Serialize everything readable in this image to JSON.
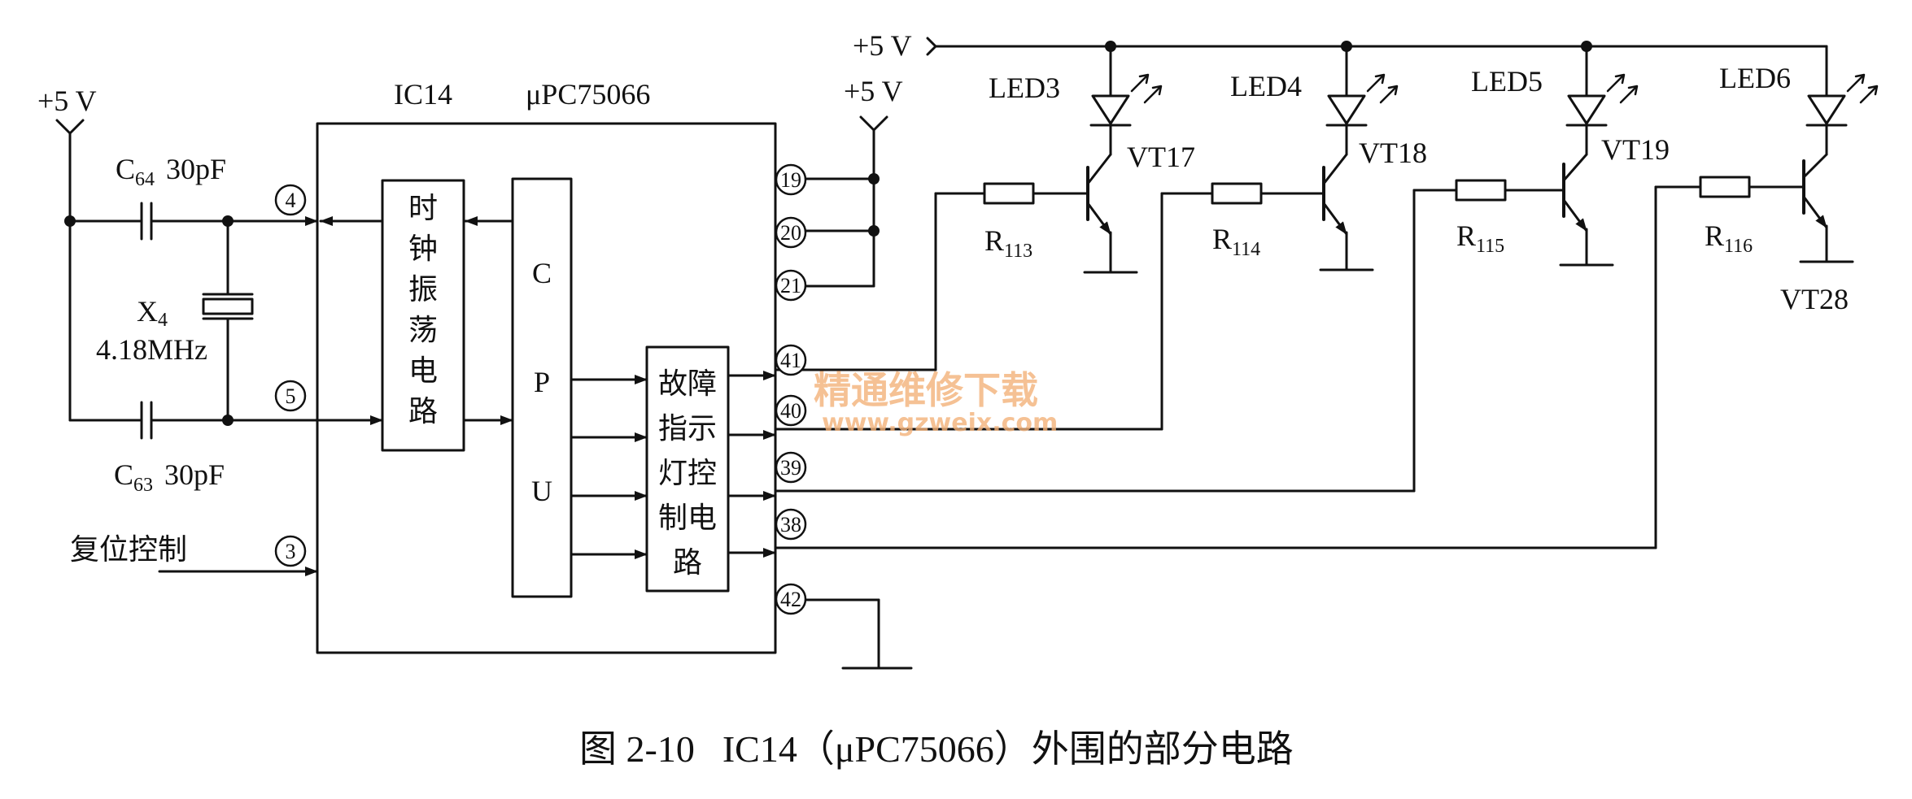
{
  "ic": {
    "ref": "IC14",
    "part": "μPC75066"
  },
  "supply": {
    "left": "+5 V",
    "mid": "+5 V",
    "top": "+5 V"
  },
  "crystal": {
    "c64_ref": "C",
    "c64_sub": "64",
    "c64_val": "30pF",
    "c63_ref": "C",
    "c63_sub": "63",
    "c63_val": "30pF",
    "x_ref": "X",
    "x_sub": "4",
    "freq": "4.18MHz"
  },
  "reset_label": "复位控制",
  "blocks": {
    "clock": [
      "时",
      "钟",
      "振",
      "荡",
      "电",
      "路"
    ],
    "cpu": [
      "C",
      "P",
      "U"
    ],
    "fault": [
      "故障",
      "指示",
      "灯控",
      "制电",
      "路"
    ]
  },
  "pins": {
    "p4": "4",
    "p5": "5",
    "p3": "3",
    "p19": "19",
    "p20": "20",
    "p21": "21",
    "p41": "41",
    "p40": "40",
    "p39": "39",
    "p38": "38",
    "p42": "42"
  },
  "leds": [
    "LED3",
    "LED4",
    "LED5",
    "LED6"
  ],
  "transistors": [
    "VT17",
    "VT18",
    "VT19",
    "VT28"
  ],
  "resistors": [
    {
      "ref": "R",
      "sub": "113"
    },
    {
      "ref": "R",
      "sub": "114"
    },
    {
      "ref": "R",
      "sub": "115"
    },
    {
      "ref": "R",
      "sub": "116"
    }
  ],
  "watermark": {
    "cn": "精通维修下载",
    "url": "www.gzweix.com"
  },
  "caption": {
    "fig": "图 2-10",
    "text": "IC14（μPC75066）外围的部分电路"
  }
}
